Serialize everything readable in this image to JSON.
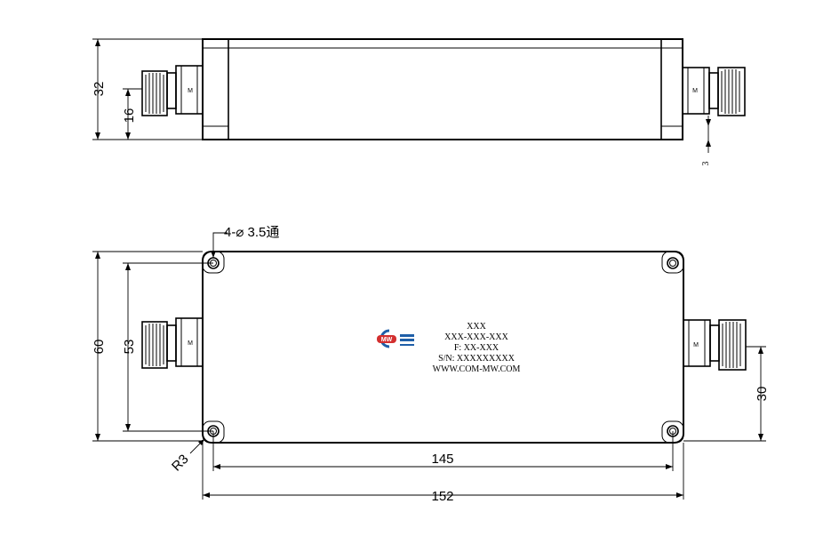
{
  "top_view": {
    "dim_height": "32",
    "dim_connector": "16",
    "dim_offset": "3",
    "port_mark_left": "M",
    "port_mark_right": "M"
  },
  "front_view": {
    "hole_note": "4-⌀ 3.5通",
    "dim_height_total": "60",
    "dim_hole_pitch_v": "53",
    "dim_connector_height": "30",
    "dim_hole_pitch_h": "145",
    "dim_length_total": "152",
    "dim_radius": "R3",
    "port_mark_left": "M",
    "port_mark_right": "M"
  },
  "label": {
    "logo_text": "MW",
    "line1": "XXX",
    "line2": "XXX-XXX-XXX",
    "line3": "F: XX-XXX",
    "line4": "S/N: XXXXXXXXX",
    "line5": "WWW.COM-MW.COM"
  },
  "colors": {
    "logo_red": "#d32f2f",
    "logo_blue": "#1f5fa8",
    "line": "#000000"
  }
}
